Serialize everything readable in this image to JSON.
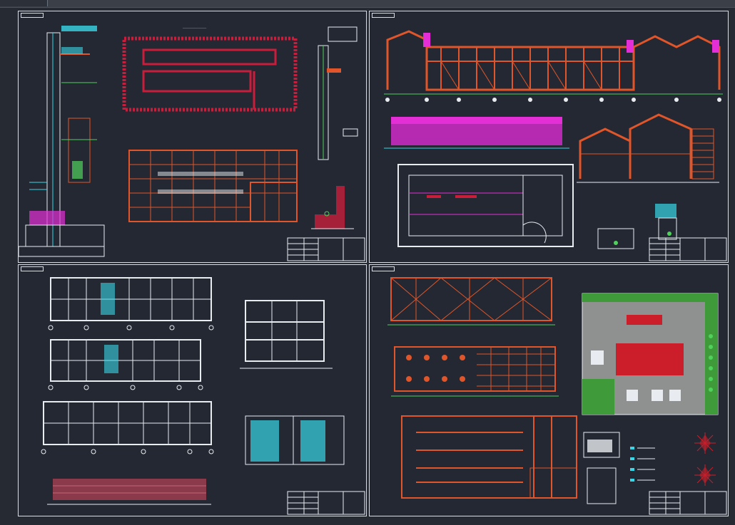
{
  "app": {
    "name": "",
    "mode": "model-space"
  },
  "colors": {
    "background": "#252a33",
    "sheet_border": "#d8dde4",
    "steel": "#e0562a",
    "walls": "#c81e3c",
    "dims": "#e8ecf0",
    "cyan": "#38d6e6",
    "green": "#4fd15b",
    "magenta": "#e42fd7",
    "red_roof": "#cc1e2a",
    "grass": "#3f9b3a"
  },
  "sheets": [
    {
      "id": "sheet-1",
      "quadrant": "top-left"
    },
    {
      "id": "sheet-2",
      "quadrant": "top-right"
    },
    {
      "id": "sheet-3",
      "quadrant": "bottom-left"
    },
    {
      "id": "sheet-4",
      "quadrant": "bottom-right"
    }
  ]
}
